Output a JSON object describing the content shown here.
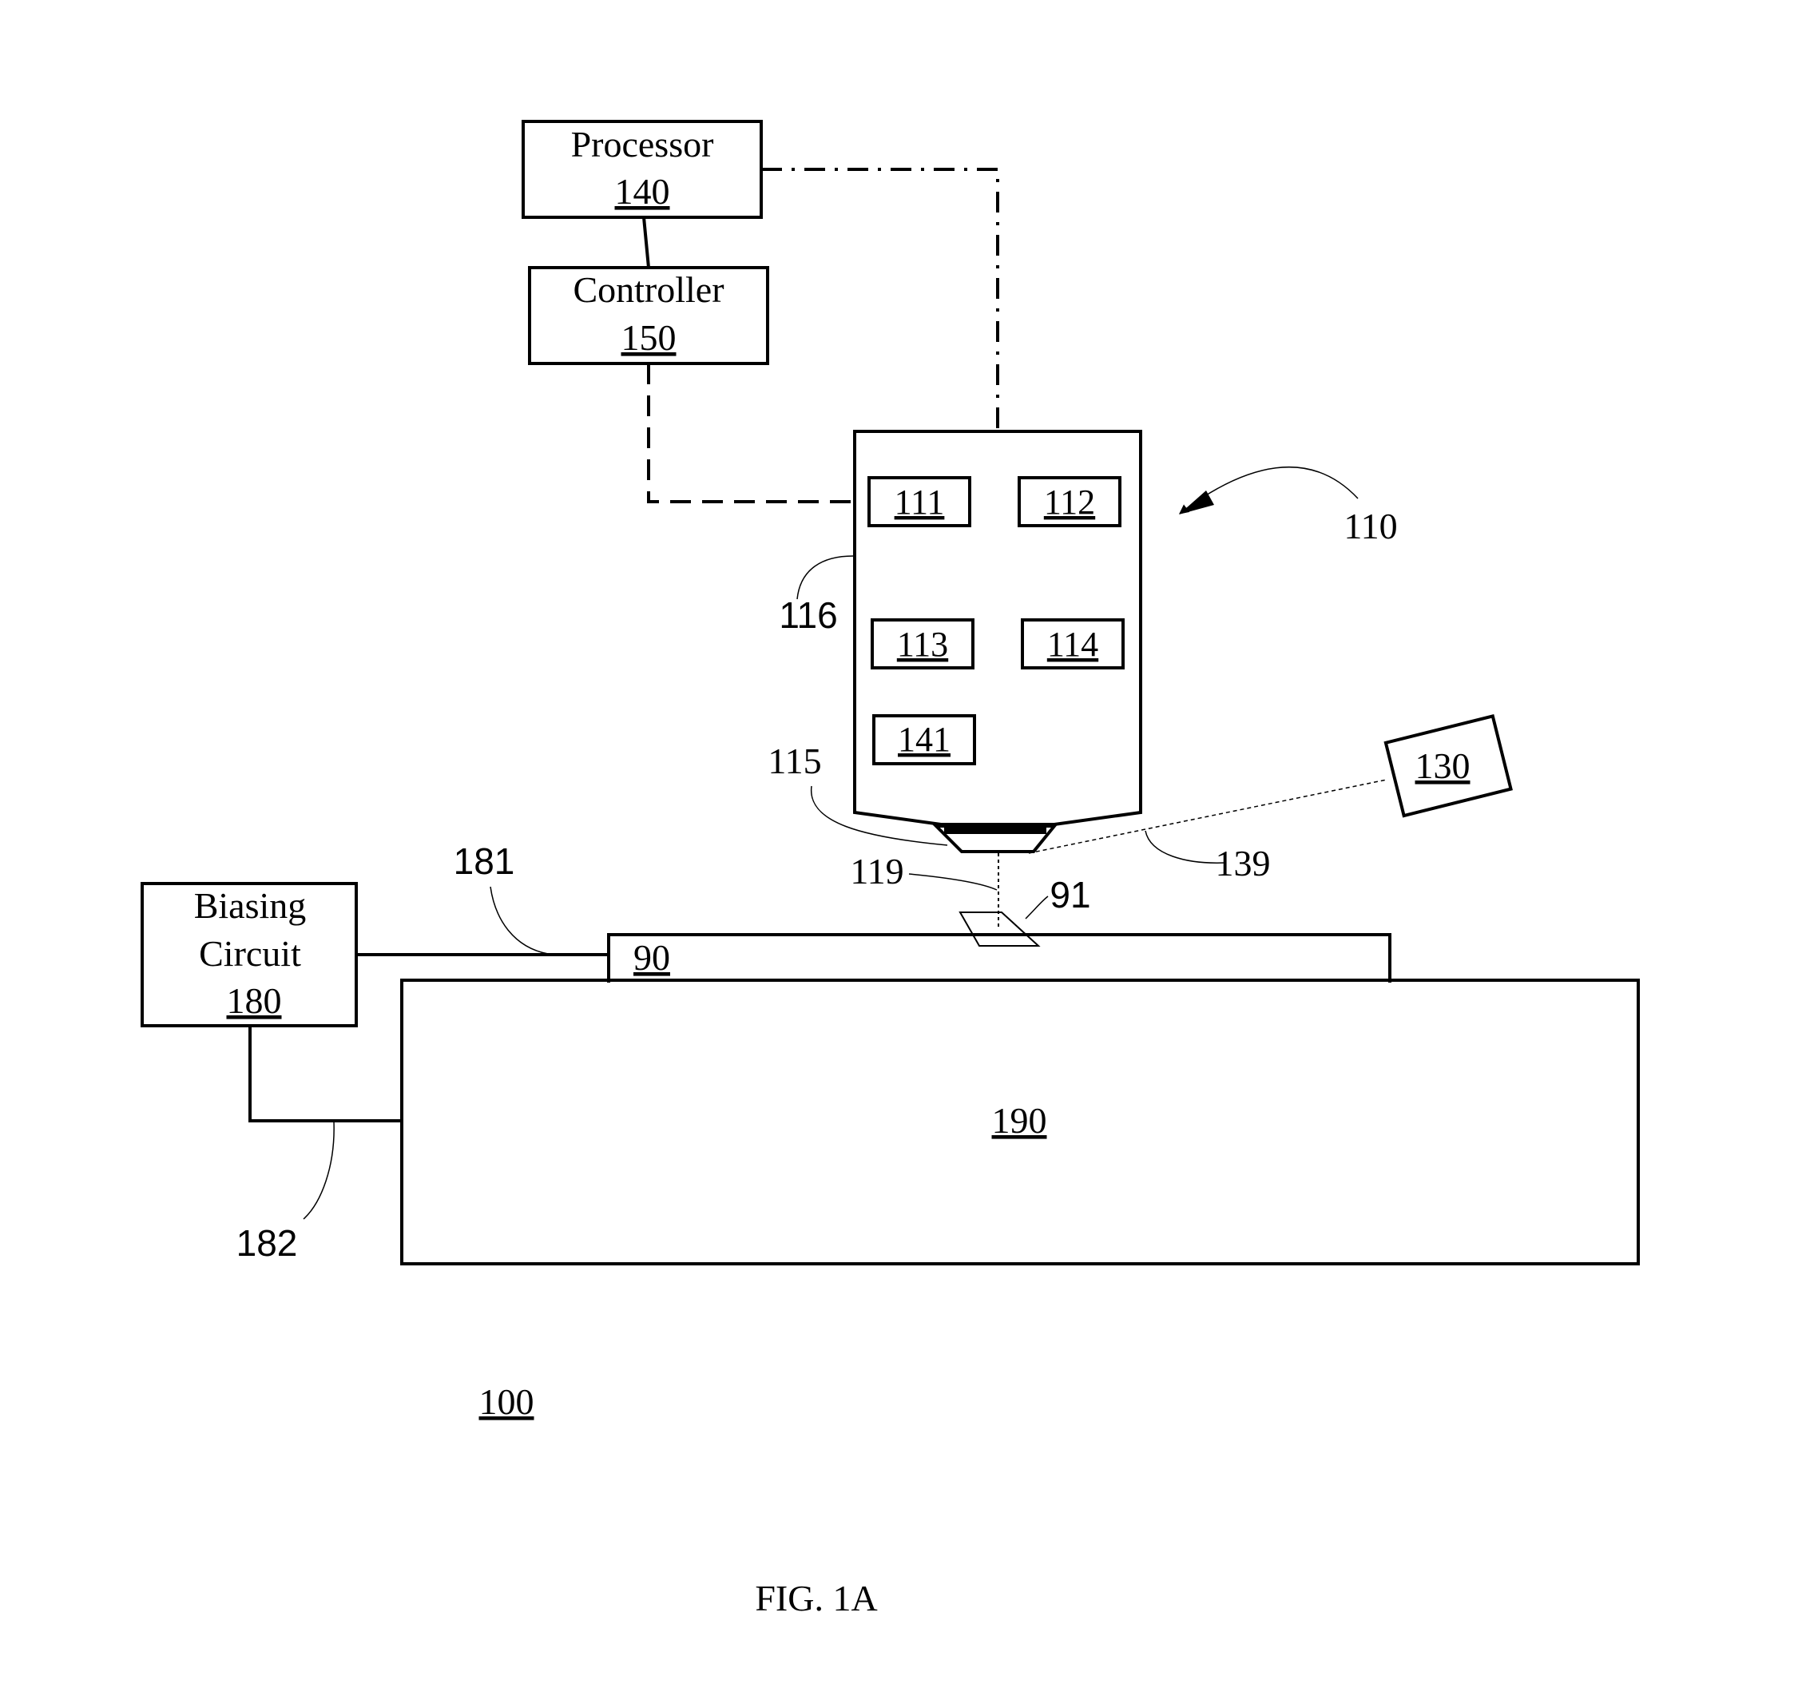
{
  "processor": {
    "name": "Processor",
    "ref": "140"
  },
  "controller": {
    "name": "Controller",
    "ref": "150"
  },
  "column": {
    "ref": "110",
    "housing_ref": "116",
    "tip_ref": "115",
    "beam_ref": "119",
    "modules": [
      "111",
      "112",
      "113",
      "114",
      "141"
    ]
  },
  "detector": {
    "ref": "130",
    "path_ref": "139"
  },
  "biasing": {
    "line1": "Biasing",
    "line2": "Circuit",
    "ref": "180",
    "lead_top_ref": "181",
    "lead_bottom_ref": "182"
  },
  "sample": {
    "ref": "90",
    "spot_ref": "91"
  },
  "stage": {
    "ref": "190"
  },
  "system_ref": "100",
  "figure_label": "FIG. 1A"
}
